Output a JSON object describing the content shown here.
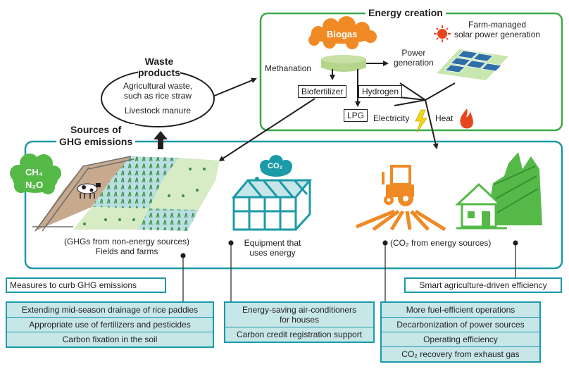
{
  "energy_creation": {
    "title": "Energy creation",
    "biogas": "Biogas",
    "methanation": "Methanation",
    "biofertilizer": "Biofertilizer",
    "hydrogen": "Hydrogen",
    "lpg": "LPG",
    "power_generation": "Power\ngeneration",
    "solar": "Farm-managed\nsolar power generation",
    "electricity": "Electricity",
    "heat": "Heat"
  },
  "waste": {
    "title": "Waste\nproducts",
    "line1": "Agricultural waste,\nsuch as rice straw",
    "line2": "Livestock manure"
  },
  "sources": {
    "title": "Sources of\nGHG emissions",
    "cloud_ch4": "CH₄",
    "cloud_n2o": "N₂O",
    "co2_cloud": "CO₂",
    "fields_caption": "(GHGs from non-energy sources)\nFields and farms",
    "equipment_caption": "Equipment that\nuses energy",
    "energy_caption": "(CO₂ from energy sources)"
  },
  "measures": {
    "heading": "Measures to curb GHG emissions",
    "smart": "Smart agriculture-driven efficiency",
    "field_items": [
      "Extending mid-season drainage of rice paddies",
      "Appropriate use of fertilizers and pesticides",
      "Carbon fixation in the soil"
    ],
    "equipment_items": [
      "Energy-saving air-conditioners\nfor houses",
      "Carbon credit registration support"
    ],
    "energy_items": [
      "More fuel-efficient operations",
      "Decarbonization of power sources",
      "Operating efficiency",
      "CO₂ recovery from exhaust gas"
    ]
  },
  "colors": {
    "green_border": "#3aaa49",
    "teal_border": "#1b9aa8",
    "teal_fill": "#c6e6e8",
    "orange": "#f08a24",
    "green_fill": "#55b947",
    "teal_icon": "#1b9aa8"
  }
}
